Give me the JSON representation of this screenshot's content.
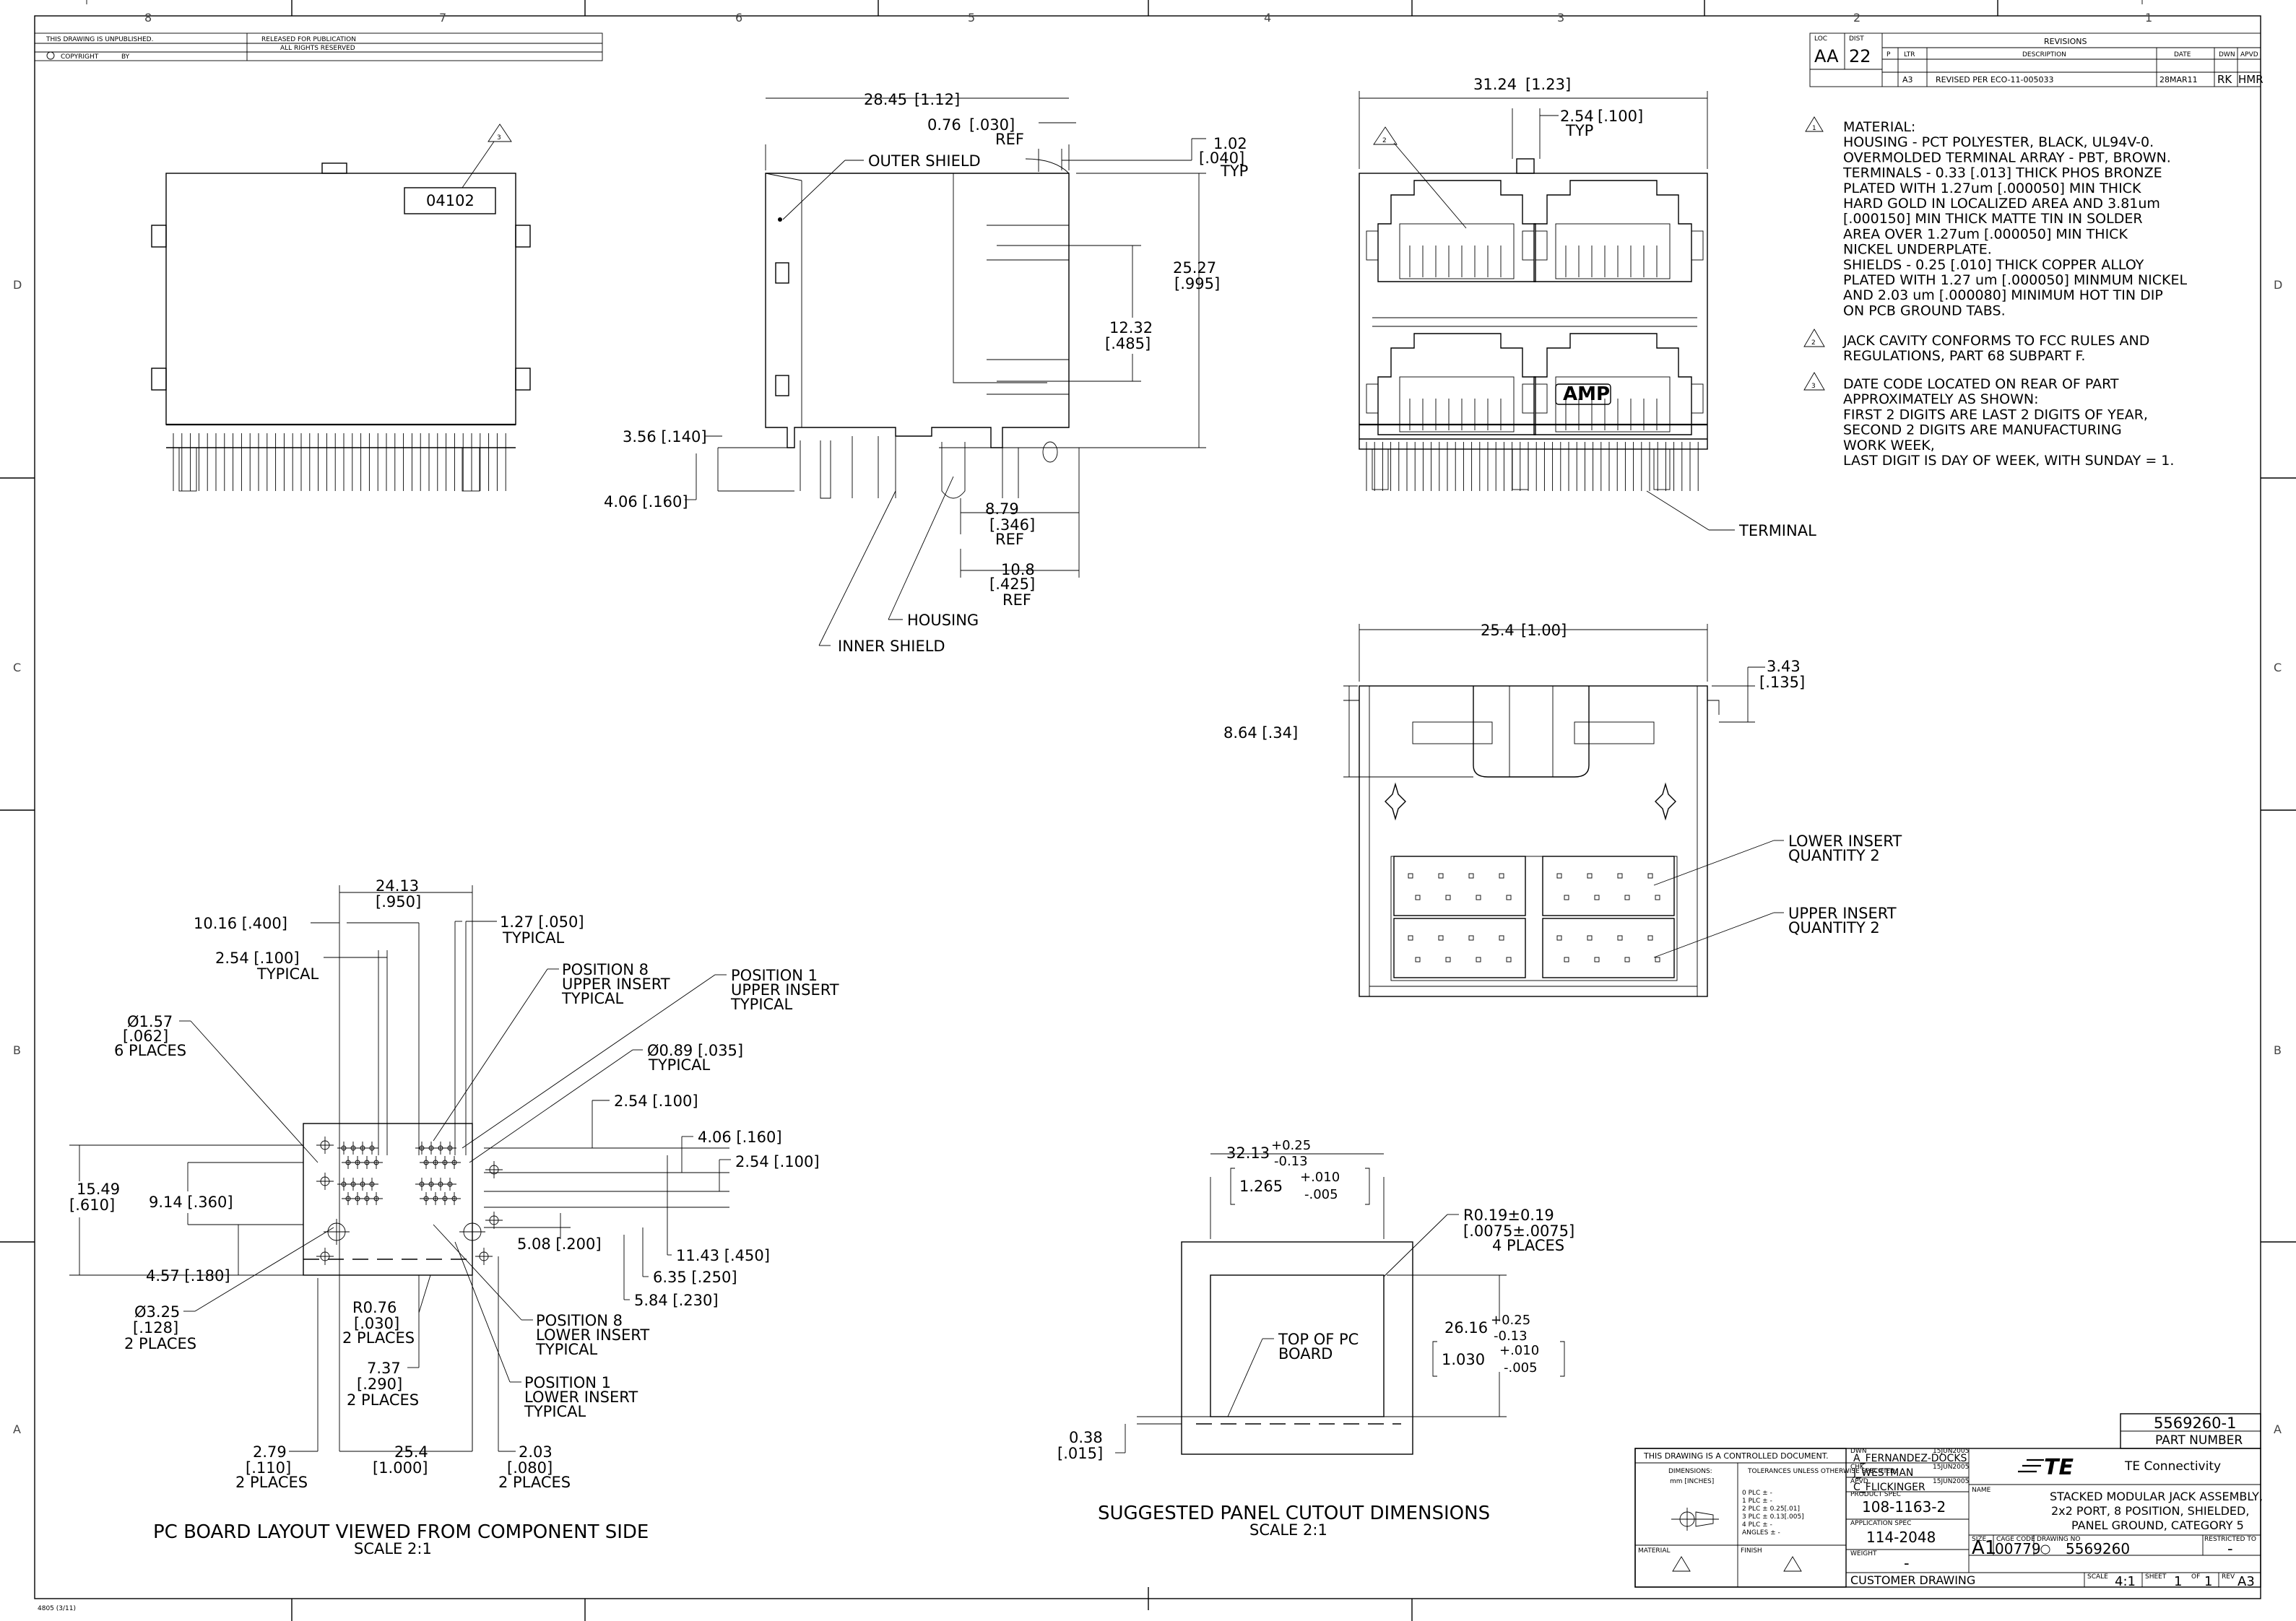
{
  "border": {
    "columns": [
      "8",
      "7",
      "6",
      "5",
      "4",
      "3",
      "2",
      "1"
    ],
    "rows": [
      "D",
      "C",
      "B",
      "A"
    ],
    "form_number": "4805 (3/11)"
  },
  "header_box": {
    "unpublished": "THIS DRAWING IS UNPUBLISHED.",
    "copyright": "COPYRIGHT",
    "by": "BY",
    "released": "RELEASED FOR PUBLICATION",
    "rights": "ALL RIGHTS RESERVED"
  },
  "revisions": {
    "loc_label": "LOC",
    "dist_label": "DIST",
    "loc": "AA",
    "dist": "22",
    "title": "REVISIONS",
    "col_p": "P",
    "col_ltr": "LTR",
    "col_desc": "DESCRIPTION",
    "col_date": "DATE",
    "col_dwn": "DWN",
    "col_apvd": "APVD",
    "row": {
      "ltr": "A3",
      "desc": "REVISED PER ECO-11-005033",
      "date": "28MAR11",
      "dwn": "RK",
      "apvd": "HMR"
    }
  },
  "notes": {
    "n1": [
      "MATERIAL:",
      "HOUSING - PCT POLYESTER, BLACK, UL94V-0.",
      "OVERMOLDED TERMINAL ARRAY - PBT, BROWN.",
      "TERMINALS - 0.33 [.013] THICK PHOS BRONZE",
      "PLATED WITH 1.27um [.000050] MIN THICK",
      "HARD GOLD IN LOCALIZED AREA AND 3.81um",
      "[.000150] MIN THICK MATTE TIN IN SOLDER",
      "AREA OVER 1.27um [.000050] MIN THICK",
      "NICKEL UNDERPLATE.",
      "SHIELDS - 0.25 [.010] THICK COPPER ALLOY",
      "PLATED WITH 1.27 um [.000050] MINMUM NICKEL",
      "AND 2.03 um [.000080]  MINIMUM HOT TIN DIP",
      "ON PCB GROUND TABS."
    ],
    "n2": [
      "JACK CAVITY CONFORMS TO FCC RULES AND",
      "REGULATIONS, PART 68 SUBPART F."
    ],
    "n3": [
      "DATE CODE LOCATED ON REAR OF PART",
      "APPROXIMATELY AS SHOWN:",
      "FIRST 2 DIGITS ARE LAST 2 DIGITS OF YEAR,",
      "SECOND 2 DIGITS ARE MANUFACTURING",
      "WORK WEEK,",
      "LAST DIGIT IS DAY OF WEEK, WITH SUNDAY = 1."
    ],
    "flag1": "1",
    "flag2": "2",
    "flag3": "3"
  },
  "rear_view": {
    "date_code": "04102",
    "flag": "3"
  },
  "side_view": {
    "d_width_mm": "28.45",
    "d_width_in": "[1.12]",
    "d_030_mm": "0.76",
    "d_030_in": "[.030]",
    "ref": "REF",
    "d_040_mm": "1.02",
    "d_040_in": "[.040]",
    "typ": "TYP",
    "outer_shield": "OUTER SHIELD",
    "d_height_mm": "25.27",
    "d_height_in": "[.995]",
    "d_mid_mm": "12.32",
    "d_mid_in": "[.485]",
    "d_356": "3.56 [.140]",
    "d_406": "4.06 [.160]",
    "d_879_mm": "8.79",
    "d_879_in": "[.346]",
    "d_108_mm": "10.8",
    "d_108_in": "[.425]",
    "housing": "HOUSING",
    "inner_shield": "INNER SHIELD"
  },
  "front_view": {
    "d_width_mm": "31.24",
    "d_width_in": "[1.23]",
    "d_pitch_mm": "2.54",
    "d_pitch_in": "[.100]",
    "typ": "TYP",
    "flag": "2",
    "amp_logo": "AMP",
    "terminal": "TERMINAL"
  },
  "bottom_view": {
    "d_width_mm": "25.4",
    "d_width_in": "[1.00]",
    "d_343_mm": "3.43",
    "d_343_in": "[.135]",
    "d_864": "8.64 [.34]",
    "lower_insert": [
      "LOWER INSERT",
      "QUANTITY 2"
    ],
    "upper_insert": [
      "UPPER INSERT",
      "QUANTITY 2"
    ]
  },
  "pcb_layout": {
    "d_2413_mm": "24.13",
    "d_2413_in": "[.950]",
    "d_1016": "10.16 [.400]",
    "d_127": "1.27 [.050]",
    "typical": "TYPICAL",
    "d_254_mm": "2.54 [.100]",
    "typical2": "TYPICAL",
    "pos8_upper": [
      "POSITION 8",
      "UPPER INSERT",
      "TYPICAL"
    ],
    "pos1_upper": [
      "POSITION 1",
      "UPPER INSERT",
      "TYPICAL"
    ],
    "d_157": [
      "Ø1.57",
      "[.062]",
      "6 PLACES"
    ],
    "d_089": "Ø0.89 [.035]",
    "typical3": "TYPICAL",
    "d_254b": "2.54 [.100]",
    "d_406": "4.06 [.160]",
    "d_254c": "2.54 [.100]",
    "d_1549_mm": "15.49",
    "d_1549_in": "[.610]",
    "d_914": "9.14 [.360]",
    "d_508": "5.08 [.200]",
    "d_1143": "11.43 [.450]",
    "d_635": "6.35 [.250]",
    "d_584": "5.84 [.230]",
    "d_457": "4.57 [.180]",
    "d_325": [
      "Ø3.25",
      "[.128]",
      "2 PLACES"
    ],
    "d_r076": [
      "R0.76",
      "[.030]",
      "2 PLACES"
    ],
    "pos8_lower": [
      "POSITION 8",
      "LOWER INSERT",
      "TYPICAL"
    ],
    "d_737": [
      "7.37",
      "[.290]",
      "2 PLACES"
    ],
    "pos1_lower": [
      "POSITION 1",
      "LOWER INSERT",
      "TYPICAL"
    ],
    "d_279": [
      "2.79",
      "[.110]",
      "2 PLACES"
    ],
    "d_254d": [
      "25.4",
      "[1.000]"
    ],
    "d_203": [
      "2.03",
      "[.080]",
      "2 PLACES"
    ],
    "title": "PC BOARD LAYOUT VIEWED FROM COMPONENT SIDE",
    "scale": "SCALE 2:1"
  },
  "panel_cutout": {
    "d_3213_mm": "32.13",
    "d_3213_tol_up": "+0.25",
    "d_3213_tol_dn": "-0.13",
    "d_3213_in": "1.265",
    "d_3213_in_up": "+.010",
    "d_3213_in_dn": "-.005",
    "d_r019": [
      "R0.19±0.19",
      "[.0075±.0075]",
      "4 PLACES"
    ],
    "d_2616_mm": "26.16",
    "d_2616_tol_up": "+0.25",
    "d_2616_tol_dn": "-0.13",
    "d_2616_in": "1.030",
    "d_2616_in_up": "+.010",
    "d_2616_in_dn": "-.005",
    "top_pc": [
      "TOP OF PC",
      "BOARD"
    ],
    "d_038_mm": "0.38",
    "d_038_in": "[.015]",
    "title": "SUGGESTED PANEL CUTOUT DIMENSIONS",
    "scale": "SCALE 2:1"
  },
  "title_block": {
    "part_number": "5569260-1",
    "part_number_label": "PART NUMBER",
    "controlled": "THIS DRAWING IS A CONTROLLED DOCUMENT.",
    "dwn_label": "DWN",
    "dwn_date": "15JUN2005",
    "dwn_name": "A_FERNANDEZ-DOCKS",
    "chk_label": "CHK",
    "chk_date": "15JUN2005",
    "chk_name": "J_WESTMAN",
    "apvd_label": "APVD",
    "apvd_date": "15JUN2005",
    "apvd_name": "C_FLICKINGER",
    "dimensions_label": "DIMENSIONS:",
    "units": "mm [INCHES]",
    "tolerances_label": "TOLERANCES UNLESS OTHERWISE SPECIFIED:",
    "tol_rows": [
      "0 PLC  ± -",
      "1 PLC  ± -",
      "2 PLC  ± 0.25[.01]",
      "3 PLC  ± 0.13[.005]",
      "4 PLC  ± -",
      "ANGLES ± -"
    ],
    "product_spec_label": "PRODUCT SPEC",
    "product_spec": "108-1163-2",
    "application_spec_label": "APPLICATION SPEC",
    "application_spec": "114-2048",
    "weight_label": "WEIGHT",
    "weight": "-",
    "material_label": "MATERIAL",
    "finish_label": "FINISH",
    "company": "TE Connectivity",
    "company_logo": "TE",
    "name_label": "NAME",
    "name_lines": [
      "STACKED MODULAR JACK ASSEMBLY,",
      "2x2 PORT, 8 POSITION, SHIELDED,",
      "PANEL GROUND, CATEGORY 5"
    ],
    "size_label": "SIZE",
    "size": "A1",
    "cage_label": "CAGE CODE",
    "cage": "00779",
    "drawing_no_label": "DRAWING NO",
    "drawing_no": "5569260",
    "restricted_label": "RESTRICTED TO",
    "restricted": "-",
    "customer_drawing": "CUSTOMER DRAWING",
    "scale_label": "SCALE",
    "scale": "4:1",
    "sheet_label": "SHEET",
    "sheet": "1",
    "of_label": "OF",
    "of": "1",
    "rev_label": "REV",
    "rev": "A3"
  }
}
